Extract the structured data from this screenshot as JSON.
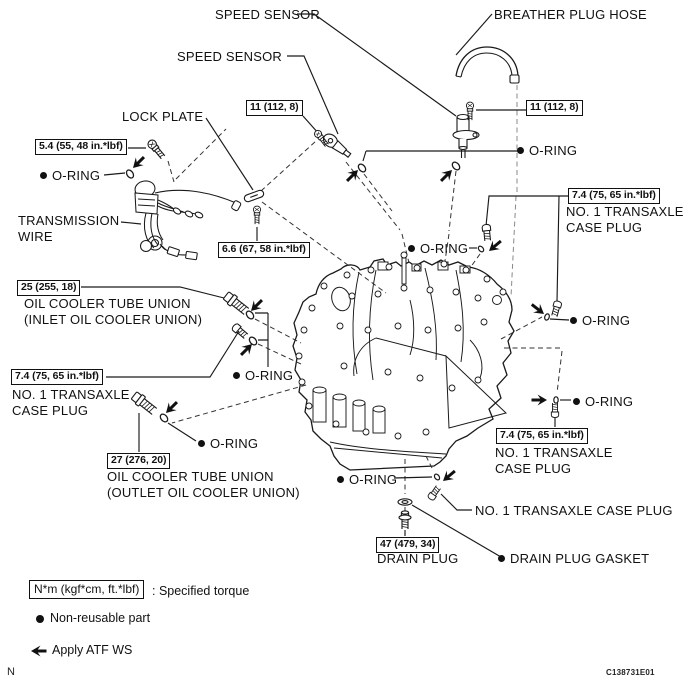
{
  "figure_code": "C138731E01",
  "corner_mark": "N",
  "legend": {
    "torque_symbol": "N*m (kgf*cm, ft.*lbf)",
    "torque_label": ": Specified torque",
    "non_reusable_label": "Non-reusable part",
    "atf_label": "Apply ATF WS"
  },
  "torque_boxes": [
    {
      "text": "5.4 (55, 48 in.*lbf)"
    },
    {
      "text": "11 (112, 8)"
    },
    {
      "text": "11 (112, 8)"
    },
    {
      "text": "6.6 (67, 58 in.*lbf)"
    },
    {
      "text": "25 (255, 18)"
    },
    {
      "text": "7.4 (75, 65 in.*lbf)"
    },
    {
      "text": "7.4 (75, 65 in.*lbf)"
    },
    {
      "text": "7.4 (75, 65 in.*lbf)"
    },
    {
      "text": "27 (276, 20)"
    },
    {
      "text": "47 (479, 34)"
    }
  ],
  "part_labels": [
    {
      "text": "SPEED SENSOR"
    },
    {
      "text": "BREATHER PLUG HOSE"
    },
    {
      "text": "SPEED SENSOR"
    },
    {
      "text": "LOCK PLATE"
    },
    {
      "text": "O-RING"
    },
    {
      "text": "O-RING"
    },
    {
      "text": "TRANSMISSION\nWIRE"
    },
    {
      "text": "NO. 1 TRANSAXLE\nCASE PLUG"
    },
    {
      "text": "O-RING"
    },
    {
      "text": "O-RING"
    },
    {
      "text": "OIL COOLER TUBE UNION\n(INLET OIL COOLER UNION)"
    },
    {
      "text": "O-RING"
    },
    {
      "text": "NO. 1 TRANSAXLE\nCASE PLUG"
    },
    {
      "text": "O-RING"
    },
    {
      "text": "NO. 1 TRANSAXLE\nCASE PLUG"
    },
    {
      "text": "O-RING"
    },
    {
      "text": "OIL COOLER TUBE UNION\n(OUTLET OIL COOLER UNION)"
    },
    {
      "text": "O-RING"
    },
    {
      "text": "NO. 1 TRANSAXLE CASE PLUG"
    },
    {
      "text": "DRAIN PLUG"
    },
    {
      "text": "DRAIN PLUG GASKET"
    }
  ]
}
